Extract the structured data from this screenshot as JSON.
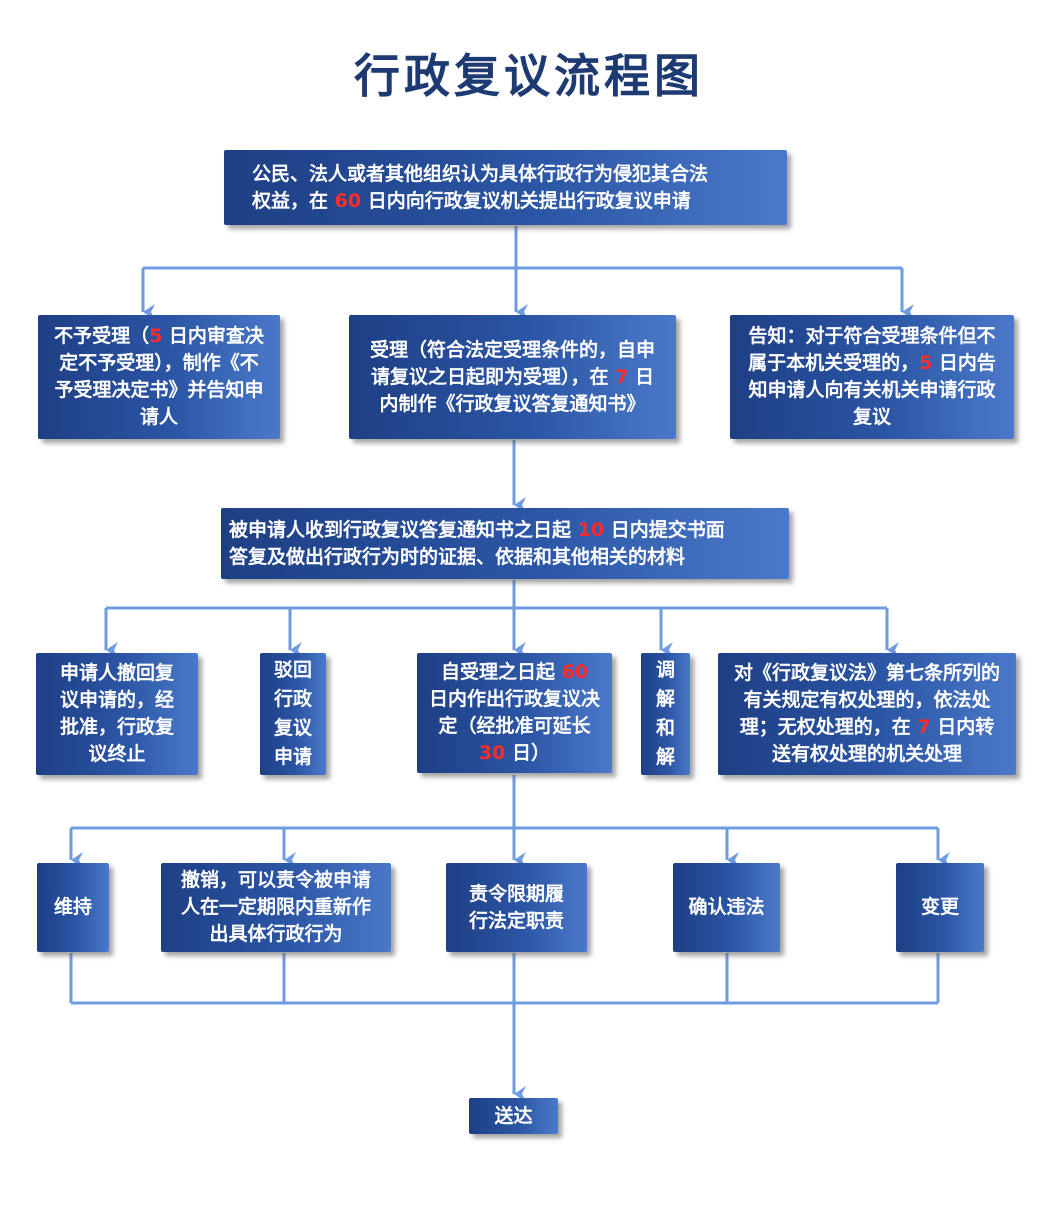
{
  "title": "行政复议流程图",
  "colors": {
    "title": "#1e3a72",
    "box_start": "#1e3f84",
    "box_end": "#4b79c9",
    "connector": "#6f9be0",
    "highlight": "#ff2b2b"
  },
  "nodes": {
    "apply": {
      "a": "公民、法人或者其他组织认为具体行政行为侵犯其合法",
      "b": "权益，在 ",
      "n": "60",
      "c": " 日内向行政复议机关提出行政复议申请"
    },
    "reject": {
      "a": "不予受理（",
      "n": "5",
      "b": " 日内审查决定不予受理），制作《不予受理决定书》并告知申请人"
    },
    "accept": {
      "a": "受理（符合法定受理条件的，自申请复议之日起即为受理），在 ",
      "n": "7",
      "b": " 日内制作《行政复议答复通知书》"
    },
    "notify": {
      "a": "告知：对于符合受理条件但不属于本机关受理的，",
      "n": "5",
      "b": " 日内告知申请人向有关机关申请行政复议"
    },
    "respond": {
      "a": "被申请人收到行政复议答复通知书之日起 ",
      "n": "10",
      "b": " 日内提交书面",
      "c": "答复及做出行政行为时的证据、依据和其他相关的材料"
    },
    "withdraw": {
      "a": "申请人撤回复议申请的，经批准，行政复议终止"
    },
    "dismiss": {
      "a": "驳回行政复议申请"
    },
    "decide": {
      "a": "自受理之日起 ",
      "n": "60",
      "b": " 日内作出行政复议决定（经批准可延长 ",
      "n2": "30",
      "c": " 日）"
    },
    "mediate": {
      "a": "调解和解"
    },
    "article7": {
      "a": "对《行政复议法》第七条所列的有关规定有权处理的，依法处理；无权处理的，在 ",
      "n": "7",
      "b": " 日内转送有权处理的机关处理"
    },
    "maintain": {
      "a": "维持"
    },
    "revoke": {
      "a": "撤销，可以责令被申请人在一定期限内重新作出具体行政行为"
    },
    "perform": {
      "a": "责令限期履行法定职责"
    },
    "illegal": {
      "a": "确认违法"
    },
    "change": {
      "a": "变更"
    },
    "deliver": {
      "a": "送达"
    }
  }
}
